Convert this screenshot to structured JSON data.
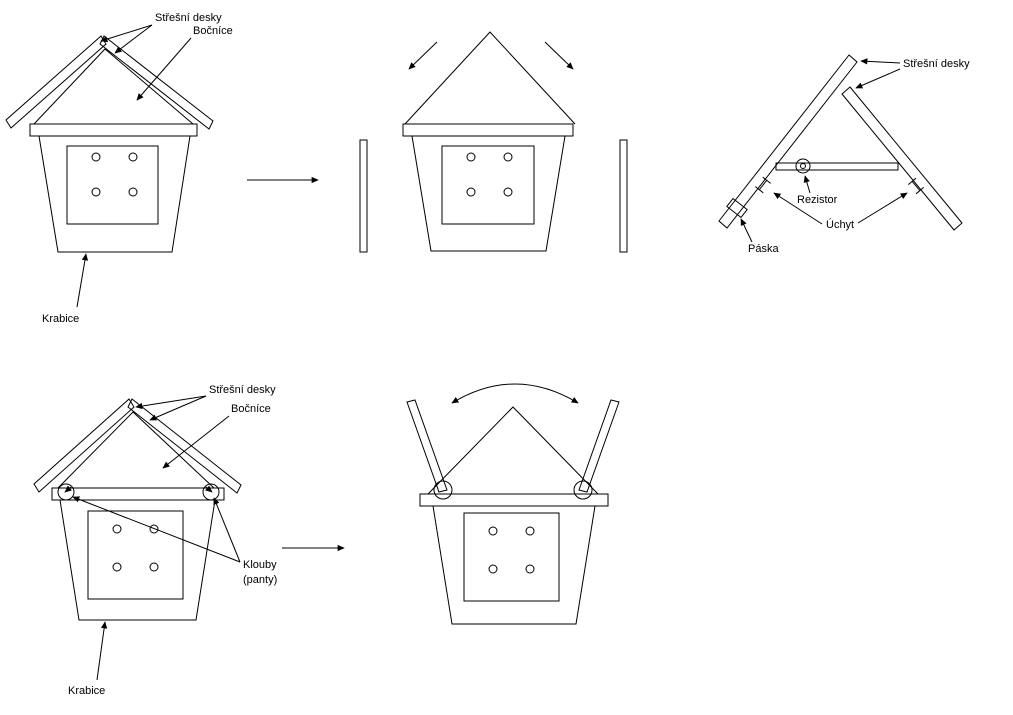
{
  "colors": {
    "ink": "#000000",
    "background": "#ffffff"
  },
  "panels": {
    "step1": {
      "roof_label": "Střešní desky",
      "side_label": "Bočníce",
      "box_label": "Krabice"
    },
    "step3": {
      "roof_label": "Střešní desky",
      "resistor_label": "Rezistor",
      "holder_label": "Úchyt",
      "tape_label": "Páska"
    },
    "step4": {
      "roof_label": "Střešní desky",
      "side_label": "Bočníce",
      "hinges_label_line1": "Klouby",
      "hinges_label_line2": "(panty)",
      "box_label": "Krabice"
    }
  }
}
